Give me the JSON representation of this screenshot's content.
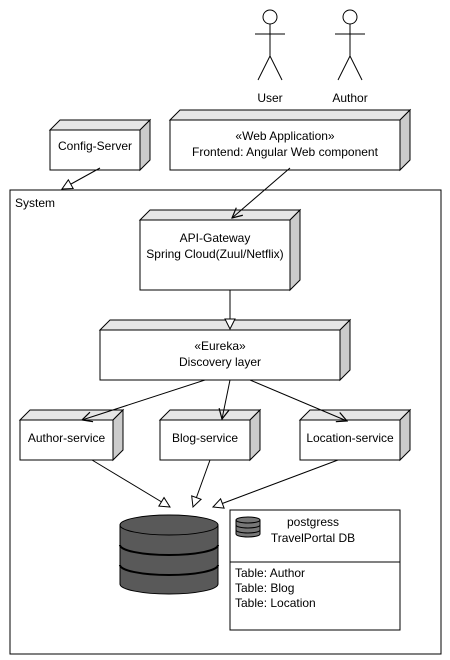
{
  "actors": [
    {
      "id": "user",
      "label": "User"
    },
    {
      "id": "author",
      "label": "Author"
    }
  ],
  "nodes": {
    "config_server": {
      "lines": [
        "Config-Server"
      ]
    },
    "web_application": {
      "lines": [
        "«Web Application»",
        "Frontend: Angular Web component"
      ]
    },
    "api_gateway": {
      "lines": [
        "API-Gateway",
        "Spring Cloud(Zuul/Netflix)"
      ]
    },
    "eureka": {
      "lines": [
        "«Eureka»",
        "Discovery layer"
      ]
    },
    "author_service": {
      "lines": [
        "Author-service"
      ]
    },
    "blog_service": {
      "lines": [
        "Blog-service"
      ]
    },
    "location_service": {
      "lines": [
        "Location-service"
      ]
    }
  },
  "system": {
    "label": "System"
  },
  "database": {
    "title_lines": [
      "postgress",
      "TravelPortal DB"
    ],
    "tables": [
      "Table: Author",
      "Table: Blog",
      "Table: Location"
    ]
  },
  "colors": {
    "stroke": "#000000",
    "cube_top": "#e6e6e6",
    "cube_side": "#cccccc",
    "db_fill": "#595959",
    "db_icon": "#777777"
  }
}
